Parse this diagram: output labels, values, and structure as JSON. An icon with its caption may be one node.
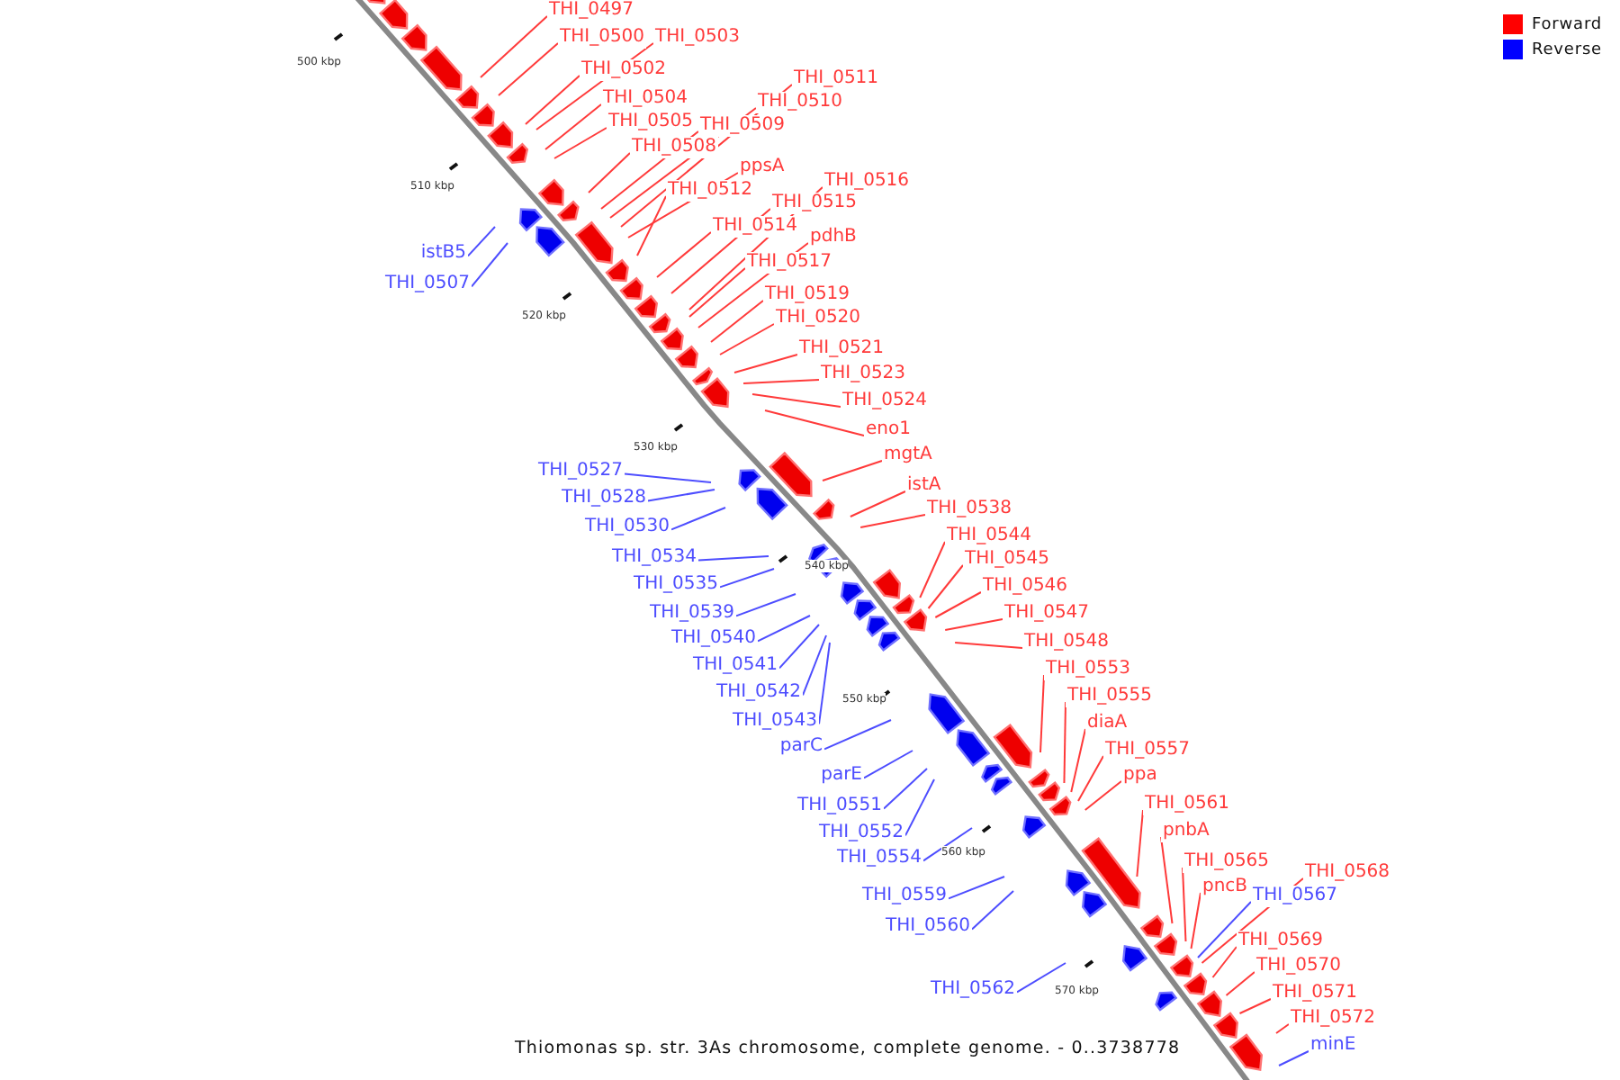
{
  "diagram": {
    "caption": "Thiomonas sp. str. 3As chromosome, complete genome. - 0..3738778",
    "nodes": [
      {
        "text": [
          "THI_0497"
        ]
      },
      {
        "text": [
          "THI_0500"
        ]
      },
      {
        "text": [
          "THI_0503"
        ]
      },
      {
        "text": [
          "THI_0502"
        ]
      },
      {
        "text": [
          "THI_0511"
        ]
      },
      {
        "text": [
          "THI_0504"
        ]
      },
      {
        "text": [
          "THI_0510"
        ]
      },
      {
        "text": [
          "THI_0505"
        ]
      },
      {
        "text": [
          "THI_0509"
        ]
      },
      {
        "text": [
          "THI_0508"
        ]
      },
      {
        "text": [
          "ppsA"
        ]
      },
      {
        "text": [
          "THI_0516"
        ]
      },
      {
        "text": [
          "THI_0512"
        ]
      },
      {
        "text": [
          "THI_0515"
        ]
      },
      {
        "text": [
          "THI_0514"
        ]
      },
      {
        "text": [
          "pdhB"
        ]
      },
      {
        "text": [
          "istB5"
        ]
      },
      {
        "text": [
          "THI_0517"
        ]
      },
      {
        "text": [
          "THI_0507"
        ]
      },
      {
        "text": [
          "THI_0519"
        ]
      },
      {
        "text": [
          "THI_0520"
        ]
      },
      {
        "text": [
          "THI_0521"
        ]
      },
      {
        "text": [
          "THI_0523"
        ]
      },
      {
        "text": [
          "THI_0524"
        ]
      },
      {
        "text": [
          "eno1"
        ]
      },
      {
        "text": [
          "mgtA"
        ]
      },
      {
        "text": [
          "THI_0527"
        ]
      },
      {
        "text": [
          "istA"
        ]
      },
      {
        "text": [
          "THI_0528"
        ]
      },
      {
        "text": [
          "THI_0538"
        ]
      },
      {
        "text": [
          "THI_0530"
        ]
      },
      {
        "text": [
          "THI_0544"
        ]
      },
      {
        "text": [
          "THI_0534"
        ]
      },
      {
        "text": [
          "THI_0545"
        ]
      },
      {
        "text": [
          "THI_0535"
        ]
      },
      {
        "text": [
          "THI_0546"
        ]
      },
      {
        "text": [
          "THI_0539"
        ]
      },
      {
        "text": [
          "THI_0547"
        ]
      },
      {
        "text": [
          "THI_0540"
        ]
      },
      {
        "text": [
          "THI_0548"
        ]
      },
      {
        "text": [
          "THI_0541"
        ]
      },
      {
        "text": [
          "THI_0553"
        ]
      },
      {
        "text": [
          "THI_0542"
        ]
      },
      {
        "text": [
          "THI_0555"
        ]
      },
      {
        "text": [
          "THI_0543"
        ]
      },
      {
        "text": [
          "diaA"
        ]
      },
      {
        "text": [
          "parC"
        ]
      },
      {
        "text": [
          "THI_0557"
        ]
      },
      {
        "text": [
          "ppa"
        ]
      },
      {
        "text": [
          "parE"
        ]
      },
      {
        "text": [
          "THI_0561"
        ]
      },
      {
        "text": [
          "THI_0551"
        ]
      },
      {
        "text": [
          "pnbA"
        ]
      },
      {
        "text": [
          "THI_0552"
        ]
      },
      {
        "text": [
          "THI_0554"
        ]
      },
      {
        "text": [
          "THI_0565"
        ]
      },
      {
        "text": [
          "THI_0568"
        ]
      },
      {
        "text": [
          "pncB"
        ]
      },
      {
        "text": [
          "THI_0559"
        ]
      },
      {
        "text": [
          "THI_0567"
        ]
      },
      {
        "text": [
          "THI_0560"
        ]
      },
      {
        "text": [
          "THI_0569"
        ]
      },
      {
        "text": [
          "THI_0570"
        ]
      },
      {
        "text": [
          "THI_0571"
        ]
      },
      {
        "text": [
          "THI_0562"
        ]
      },
      {
        "text": [
          "THI_0572"
        ]
      },
      {
        "text": [
          "minE"
        ]
      }
    ],
    "edges": [
      {
        "from": 0,
        "to": null,
        "arrow": "none"
      },
      {
        "from": 1,
        "to": null,
        "arrow": "none"
      },
      {
        "from": 2,
        "to": null,
        "arrow": "none"
      },
      {
        "from": 3,
        "to": null,
        "arrow": "none"
      },
      {
        "from": 4,
        "to": null,
        "arrow": "none"
      },
      {
        "from": 5,
        "to": null,
        "arrow": "none"
      },
      {
        "from": 6,
        "to": null,
        "arrow": "none"
      },
      {
        "from": 7,
        "to": null,
        "arrow": "none"
      },
      {
        "from": 8,
        "to": null,
        "arrow": "none"
      },
      {
        "from": 9,
        "to": null,
        "arrow": "none"
      },
      {
        "from": 10,
        "to": null,
        "arrow": "none"
      },
      {
        "from": 11,
        "to": null,
        "arrow": "none"
      },
      {
        "from": 12,
        "to": null,
        "arrow": "none"
      },
      {
        "from": 13,
        "to": null,
        "arrow": "none"
      },
      {
        "from": 14,
        "to": null,
        "arrow": "none"
      },
      {
        "from": 15,
        "to": null,
        "arrow": "none"
      },
      {
        "from": 16,
        "to": null,
        "arrow": "none",
        "color": "#4d4dff"
      },
      {
        "from": 17,
        "to": null,
        "arrow": "none"
      },
      {
        "from": 18,
        "to": null,
        "arrow": "none",
        "color": "#4d4dff"
      },
      {
        "from": 19,
        "to": null,
        "arrow": "none"
      },
      {
        "from": 20,
        "to": null,
        "arrow": "none"
      },
      {
        "from": 21,
        "to": null,
        "arrow": "none"
      },
      {
        "from": 22,
        "to": null,
        "arrow": "none"
      },
      {
        "from": 23,
        "to": null,
        "arrow": "none"
      },
      {
        "from": 24,
        "to": null,
        "arrow": "none"
      },
      {
        "from": 25,
        "to": null,
        "arrow": "none"
      },
      {
        "from": 26,
        "to": null,
        "arrow": "none",
        "color": "#4d4dff"
      },
      {
        "from": 27,
        "to": null,
        "arrow": "none"
      },
      {
        "from": 28,
        "to": null,
        "arrow": "none",
        "color": "#4d4dff"
      },
      {
        "from": 29,
        "to": null,
        "arrow": "none"
      },
      {
        "from": 30,
        "to": null,
        "arrow": "none",
        "color": "#4d4dff"
      },
      {
        "from": 31,
        "to": null,
        "arrow": "none"
      },
      {
        "from": 32,
        "to": null,
        "arrow": "none",
        "color": "#4d4dff"
      },
      {
        "from": 33,
        "to": null,
        "arrow": "none"
      },
      {
        "from": 34,
        "to": null,
        "arrow": "none",
        "color": "#4d4dff"
      },
      {
        "from": 35,
        "to": null,
        "arrow": "none"
      },
      {
        "from": 36,
        "to": null,
        "arrow": "none",
        "color": "#4d4dff"
      },
      {
        "from": 37,
        "to": null,
        "arrow": "none"
      },
      {
        "from": 38,
        "to": null,
        "arrow": "none",
        "color": "#4d4dff"
      },
      {
        "from": 39,
        "to": null,
        "arrow": "none"
      },
      {
        "from": 40,
        "to": null,
        "arrow": "none",
        "color": "#4d4dff"
      },
      {
        "from": 41,
        "to": null,
        "arrow": "none"
      },
      {
        "from": 42,
        "to": null,
        "arrow": "none",
        "color": "#4d4dff"
      },
      {
        "from": 43,
        "to": null,
        "arrow": "none"
      },
      {
        "from": 44,
        "to": null,
        "arrow": "none",
        "color": "#4d4dff"
      },
      {
        "from": 45,
        "to": null,
        "arrow": "none"
      },
      {
        "from": 46,
        "to": null,
        "arrow": "none",
        "color": "#4d4dff"
      },
      {
        "from": 47,
        "to": null,
        "arrow": "none"
      },
      {
        "from": 48,
        "to": null,
        "arrow": "none"
      },
      {
        "from": 49,
        "to": null,
        "arrow": "none",
        "color": "#4d4dff"
      },
      {
        "from": 50,
        "to": null,
        "arrow": "none"
      },
      {
        "from": 51,
        "to": null,
        "arrow": "none",
        "color": "#4d4dff"
      },
      {
        "from": 52,
        "to": null,
        "arrow": "none"
      },
      {
        "from": 53,
        "to": null,
        "arrow": "none",
        "color": "#4d4dff"
      },
      {
        "from": 54,
        "to": null,
        "arrow": "none",
        "color": "#4d4dff"
      },
      {
        "from": 55,
        "to": null,
        "arrow": "none"
      },
      {
        "from": 56,
        "to": null,
        "arrow": "none"
      },
      {
        "from": 57,
        "to": null,
        "arrow": "none"
      },
      {
        "from": 58,
        "to": null,
        "arrow": "none",
        "color": "#4d4dff"
      },
      {
        "from": 59,
        "to": null,
        "arrow": "none",
        "color": "#4d4dff"
      },
      {
        "from": 60,
        "to": null,
        "arrow": "none",
        "color": "#4d4dff"
      },
      {
        "from": 61,
        "to": null,
        "arrow": "none"
      },
      {
        "from": 62,
        "to": null,
        "arrow": "none"
      },
      {
        "from": 63,
        "to": null,
        "arrow": "none"
      },
      {
        "from": 64,
        "to": null,
        "arrow": "none",
        "color": "#4d4dff"
      },
      {
        "from": 65,
        "to": null,
        "arrow": "none"
      },
      {
        "from": 66,
        "to": null,
        "arrow": "none",
        "color": "#4d4dff"
      }
    ],
    "labels": [
      "500 kbp",
      "510 kbp",
      "520 kbp",
      "530 kbp",
      "540 kbp",
      "550 kbp",
      "560 kbp",
      "570 kbp"
    ],
    "legend": [
      {
        "text": "Forward",
        "color": "#ff0000"
      },
      {
        "text": "Reverse",
        "color": "#0000ff"
      }
    ]
  }
}
